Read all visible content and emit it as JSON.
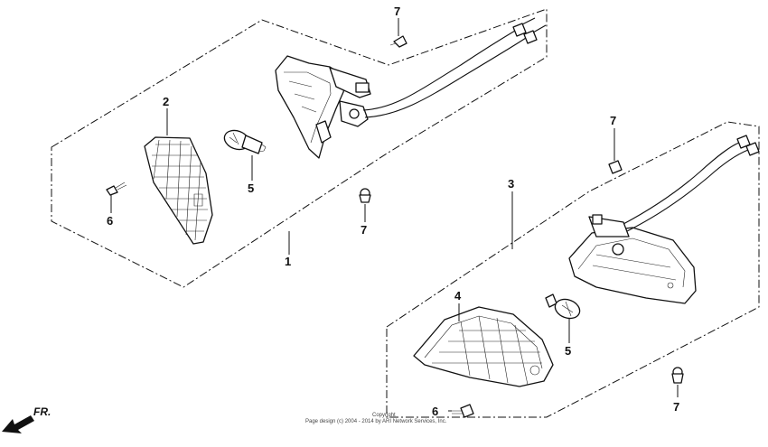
{
  "diagram": {
    "callouts": {
      "c1": "1",
      "c2": "2",
      "c3": "3",
      "c4": "4",
      "c5_left": "5",
      "c5_right": "5",
      "c6_left": "6",
      "c6_right": "6",
      "c7_top": "7",
      "c7_left_mid": "7",
      "c7_right_top": "7",
      "c7_right_bottom": "7"
    },
    "orientation_label": "FR.",
    "copyright_line1": "Copyright",
    "copyright_line2": "Page design (c) 2004 - 2014 by ARI Network Services, Inc."
  }
}
